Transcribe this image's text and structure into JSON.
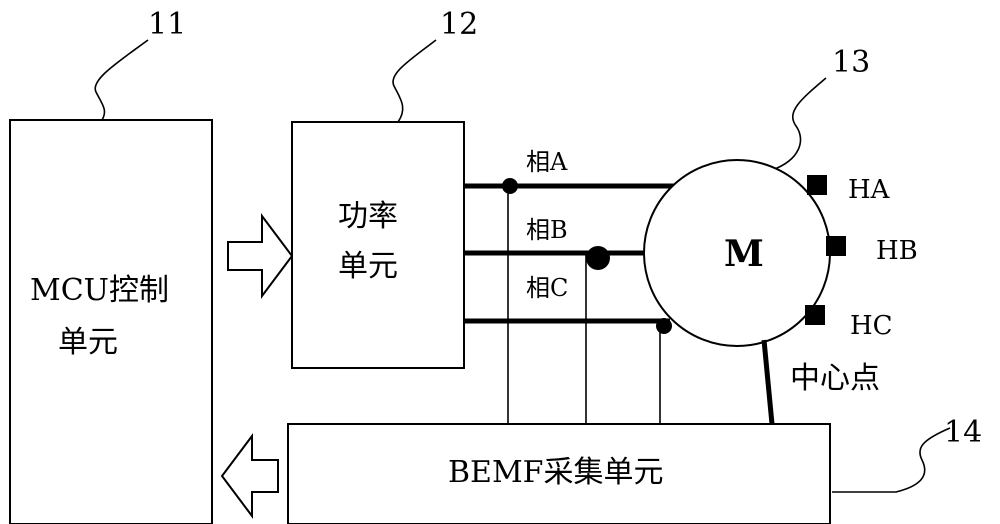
{
  "diagram": {
    "refs": {
      "mcu": "11",
      "power": "12",
      "motor": "13",
      "bemf": "14"
    },
    "blocks": {
      "mcu_line1": "MCU控制",
      "mcu_line2": "单元",
      "power_line1": "功率",
      "power_line2": "单元",
      "bemf": "BEMF采集单元"
    },
    "phases": [
      "相A",
      "相B",
      "相C"
    ],
    "motor_label": "M",
    "hall_sensors": [
      "HA",
      "HB",
      "HC"
    ],
    "neutral_label": "中心点"
  }
}
